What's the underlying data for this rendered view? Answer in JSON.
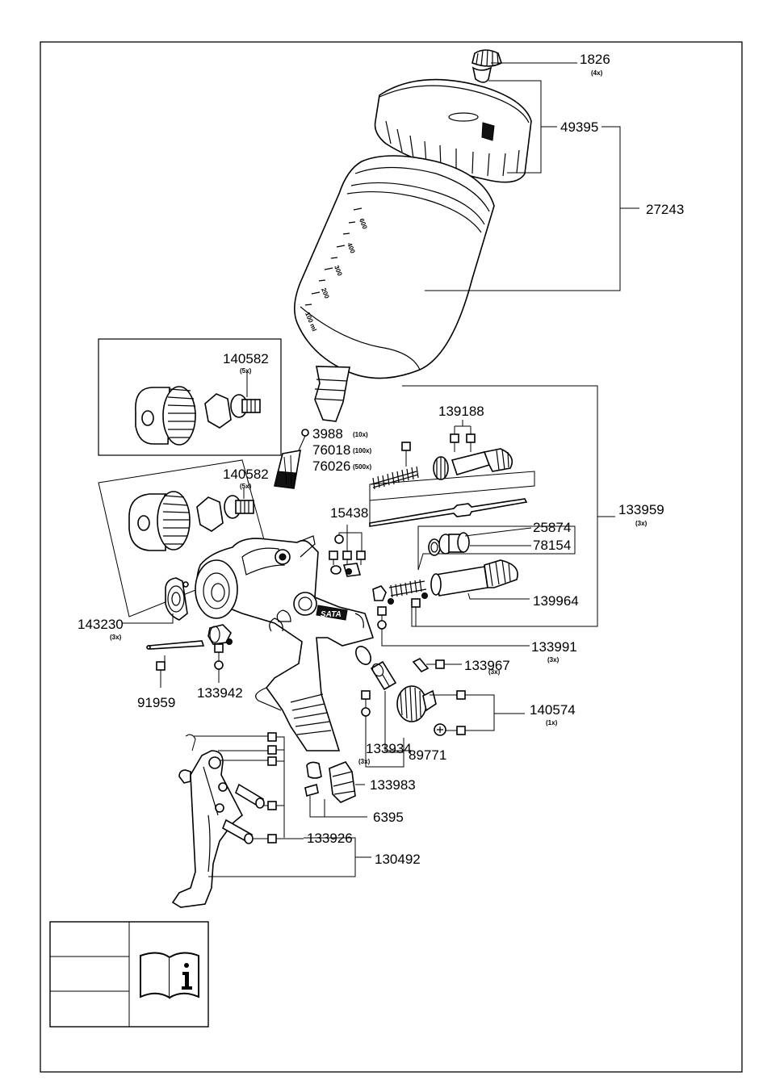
{
  "parts": {
    "p1826": {
      "number": "1826",
      "qty": "(4x)"
    },
    "p49395": {
      "number": "49395"
    },
    "p27243": {
      "number": "27243"
    },
    "p140582a": {
      "number": "140582",
      "qty": "(5x)"
    },
    "p140582b": {
      "number": "140582",
      "qty": "(5x)"
    },
    "p3988": {
      "number": "3988",
      "qty": "(10x)"
    },
    "p76018": {
      "number": "76018",
      "qty": "(100x)"
    },
    "p76026": {
      "number": "76026",
      "qty": "(500x)"
    },
    "p139188": {
      "number": "139188"
    },
    "p133959": {
      "number": "133959",
      "qty": "(3x)"
    },
    "p15438": {
      "number": "15438"
    },
    "p25874": {
      "number": "25874"
    },
    "p78154": {
      "number": "78154"
    },
    "p139964": {
      "number": "139964"
    },
    "p143230": {
      "number": "143230",
      "qty": "(3x)"
    },
    "p133991": {
      "number": "133991",
      "qty": "(3x)"
    },
    "p133967": {
      "number": "133967",
      "qty": "(3x)"
    },
    "p91959": {
      "number": "91959"
    },
    "p133942": {
      "number": "133942"
    },
    "p140574": {
      "number": "140574",
      "qty": "(1x)"
    },
    "p133934": {
      "number": "133934",
      "qty": "(3x)"
    },
    "p89771": {
      "number": "89771"
    },
    "p133983": {
      "number": "133983"
    },
    "p6395": {
      "number": "6395"
    },
    "p133926": {
      "number": "133926"
    },
    "p130492": {
      "number": "130492"
    }
  },
  "cup_scale": [
    "600",
    "400",
    "300",
    "200",
    "100 ml"
  ],
  "gun_brand": "SATA",
  "info_icon": "manual-info-icon"
}
